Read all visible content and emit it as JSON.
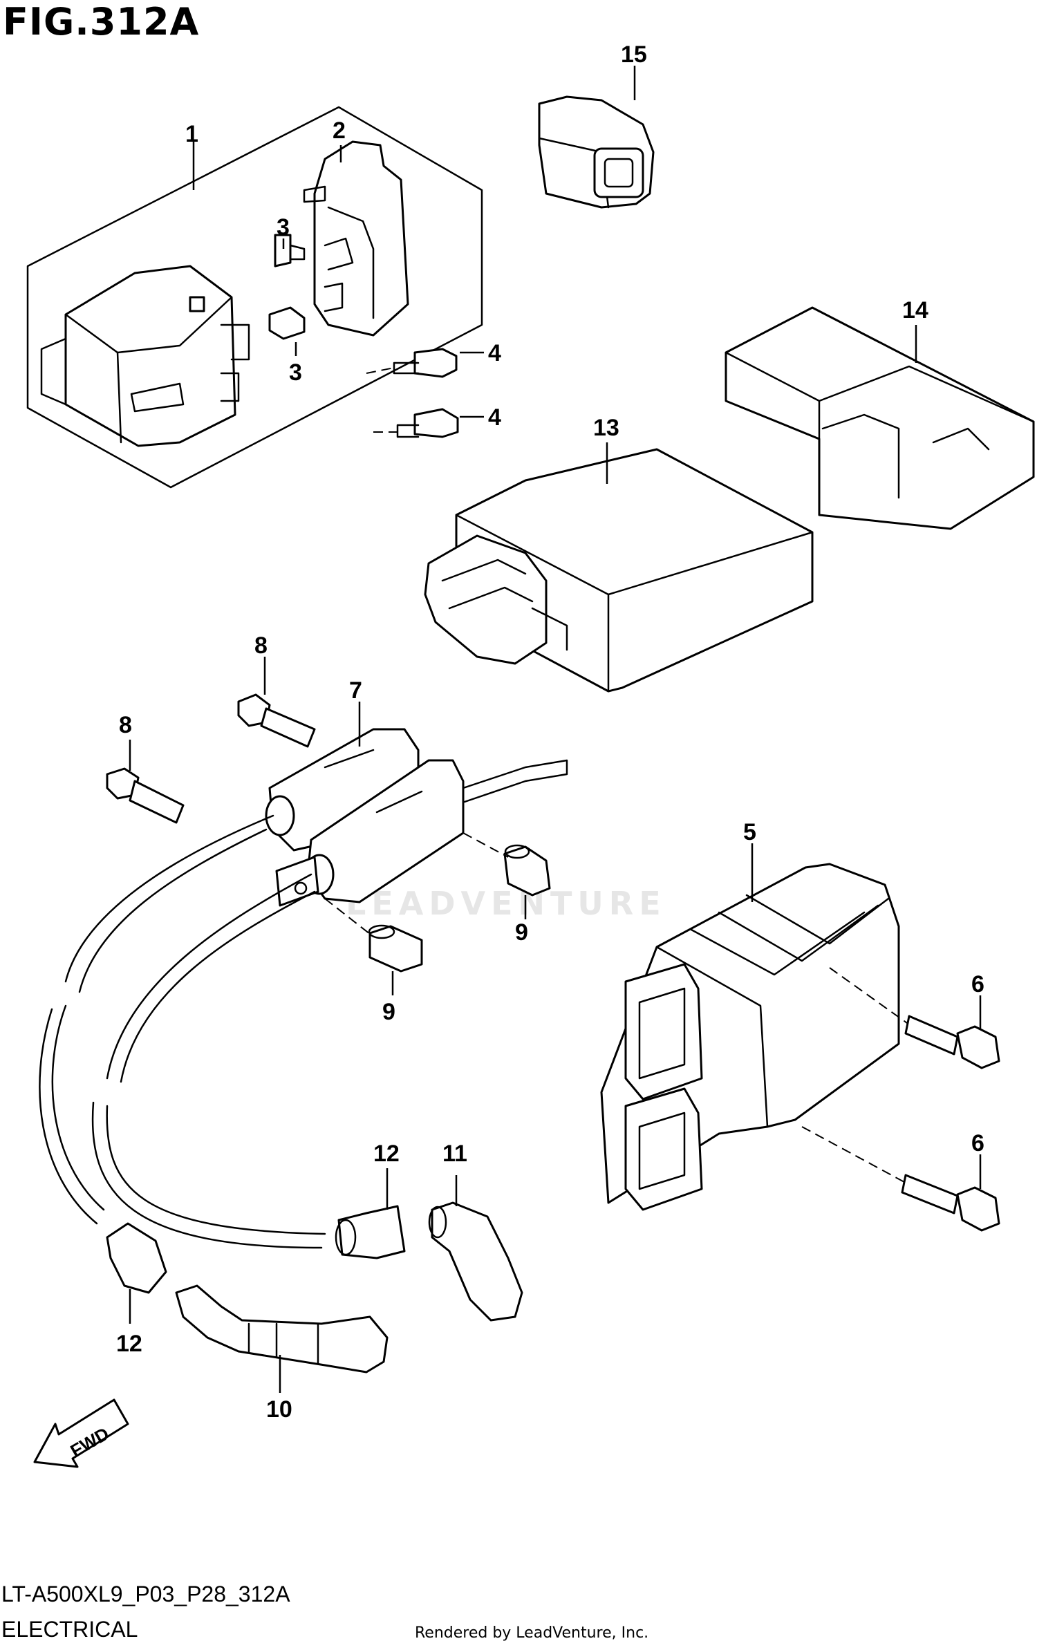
{
  "figure": {
    "title": "FIG.312A"
  },
  "callouts": {
    "c1": "1",
    "c2": "2",
    "c3a": "3",
    "c3b": "3",
    "c4a": "4",
    "c4b": "4",
    "c5": "5",
    "c6a": "6",
    "c6b": "6",
    "c7": "7",
    "c8a": "8",
    "c8b": "8",
    "c9a": "9",
    "c9b": "9",
    "c10": "10",
    "c11": "11",
    "c12a": "12",
    "c12b": "12",
    "c13": "13",
    "c14": "14",
    "c15": "15"
  },
  "direction": {
    "label": "FWD"
  },
  "watermark": {
    "text": "LEADVENTURE"
  },
  "footer": {
    "model_code": "LT-A500XL9_P03_P28_312A",
    "section": "ELECTRICAL",
    "credit": "Rendered by LeadVenture, Inc."
  }
}
